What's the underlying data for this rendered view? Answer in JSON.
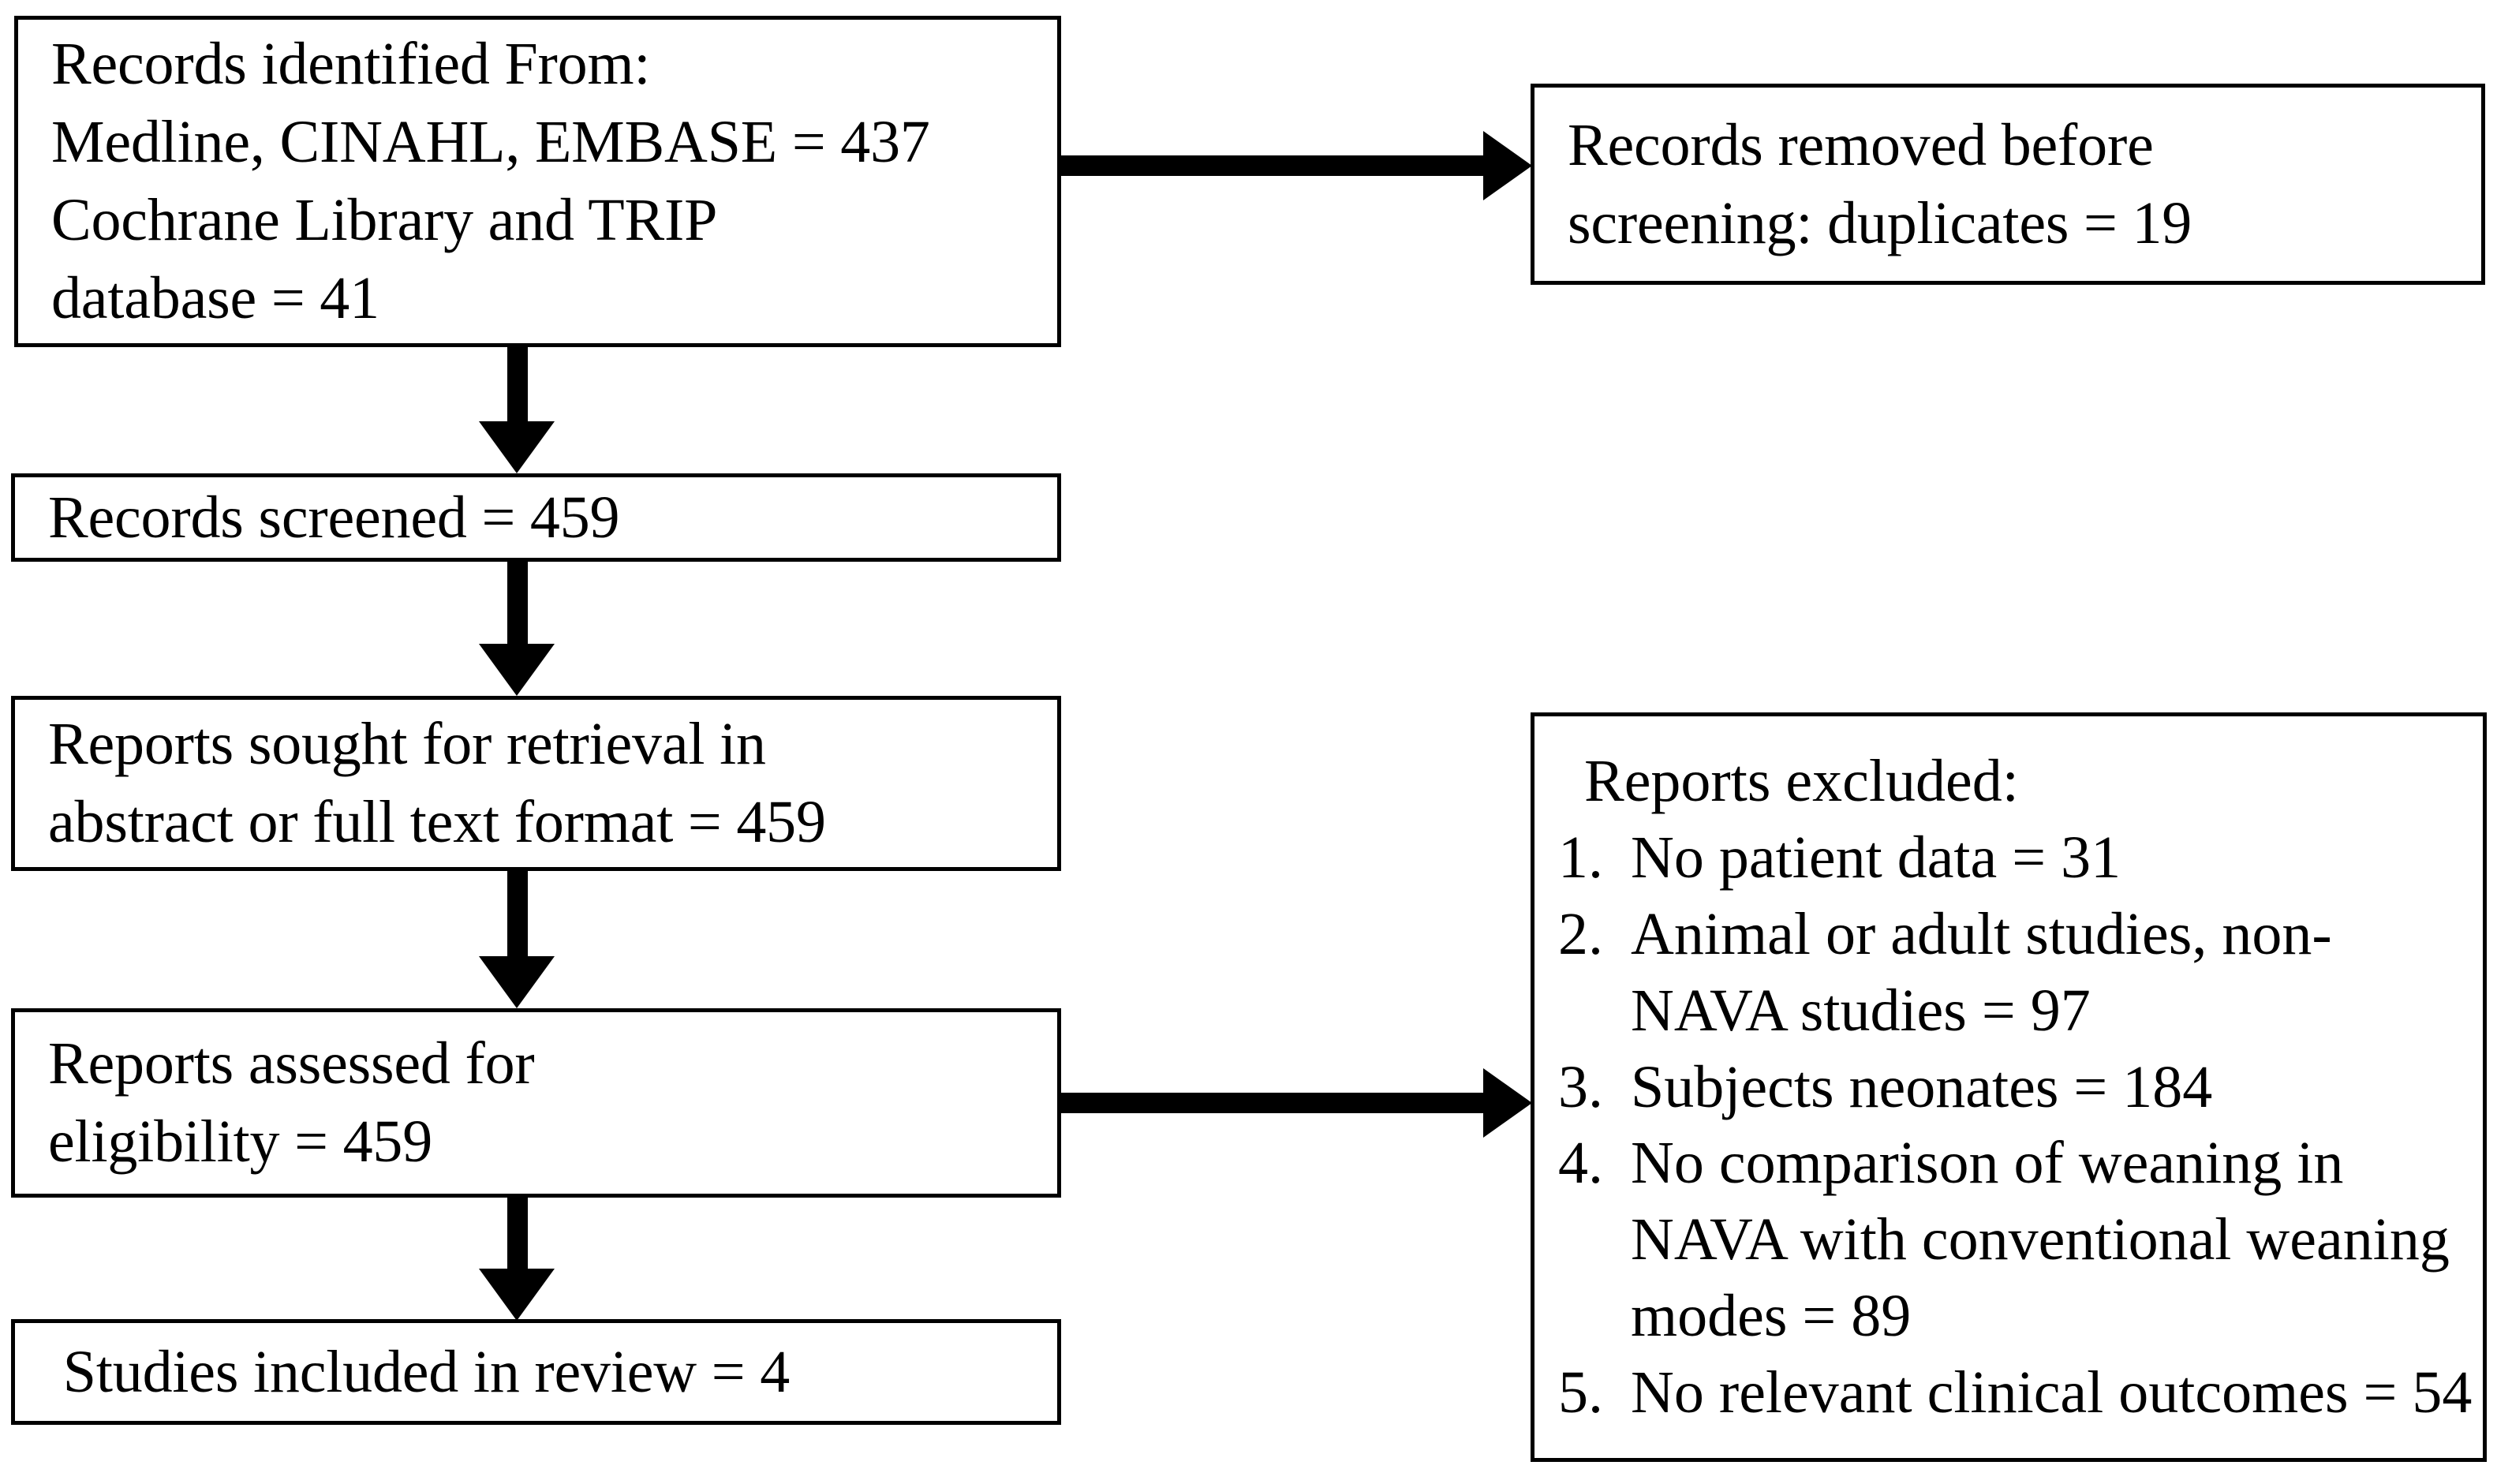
{
  "diagram": {
    "title": "PRISMA flow diagram",
    "type": "flowchart",
    "colors": {
      "border": "#000000",
      "text": "#000000",
      "background": "#ffffff",
      "arrow": "#000000"
    }
  },
  "boxes": {
    "identified": {
      "name": "records-identified",
      "lines": [
        "Records identified From:",
        "Medline, CINAHL, EMBASE = 437",
        "Cochrane Library and TRIP",
        "database = 41"
      ],
      "values": {
        "medline_cinahl_embase": 437,
        "cochrane_trip": 41
      }
    },
    "removed": {
      "name": "records-removed-before-screening",
      "lines": [
        "Records removed before",
        "screening: duplicates = 19"
      ],
      "values": {
        "duplicates": 19
      }
    },
    "screened": {
      "name": "records-screened",
      "lines": [
        "Records screened = 459"
      ],
      "values": {
        "screened": 459
      }
    },
    "sought": {
      "name": "reports-sought-for-retrieval",
      "lines": [
        "Reports sought for retrieval in",
        "abstract or full text format = 459"
      ],
      "values": {
        "sought": 459
      }
    },
    "assessed": {
      "name": "reports-assessed-for-eligibility",
      "lines": [
        "Reports assessed for",
        "eligibility = 459"
      ],
      "values": {
        "assessed": 459
      }
    },
    "included": {
      "name": "studies-included-in-review",
      "lines": [
        " Studies included in review = 4"
      ],
      "values": {
        "included": 4
      }
    },
    "excluded": {
      "name": "reports-excluded",
      "heading": " Reports excluded:",
      "items": [
        {
          "num": "1.",
          "text": "No patient data = 31",
          "value": 31
        },
        {
          "num": "2.",
          "text": "Animal or adult studies, non-NAVA studies = 97",
          "value": 97
        },
        {
          "num": "3.",
          "text": "Subjects neonates = 184",
          "value": 184
        },
        {
          "num": "4.",
          "text": "No comparison of weaning in NAVA with conventional weaning modes = 89",
          "value": 89
        },
        {
          "num": "5.",
          "text": "No relevant clinical outcomes = 54",
          "value": 54
        }
      ]
    }
  },
  "arrows": {
    "identified_to_removed": {
      "name": "arrow-identified-to-removed",
      "direction": "right"
    },
    "identified_to_screened": {
      "name": "arrow-identified-to-screened",
      "direction": "down"
    },
    "screened_to_sought": {
      "name": "arrow-screened-to-sought",
      "direction": "down"
    },
    "sought_to_assessed": {
      "name": "arrow-sought-to-assessed",
      "direction": "down"
    },
    "assessed_to_excluded": {
      "name": "arrow-assessed-to-excluded",
      "direction": "right"
    },
    "assessed_to_included": {
      "name": "arrow-assessed-to-included",
      "direction": "down"
    }
  }
}
